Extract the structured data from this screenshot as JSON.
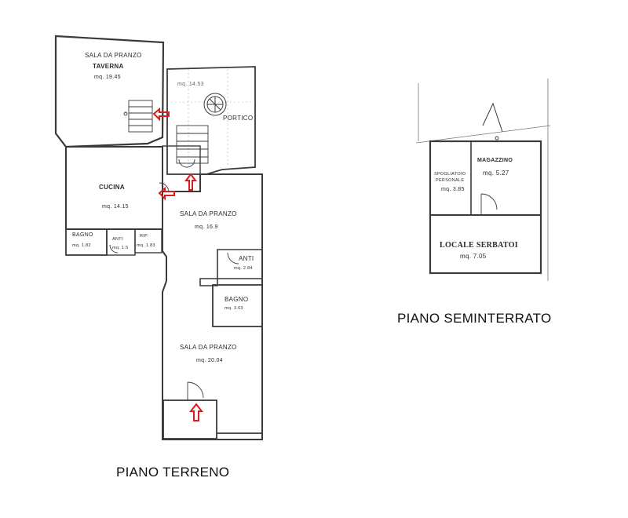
{
  "captions": {
    "ground_floor": "PIANO TERRENO",
    "basement": "PIANO SEMINTERRATO"
  },
  "ground_floor": {
    "taverna": {
      "name_1": "SALA DA PRANZO",
      "name_2": "TAVERNA",
      "area": "mq. 19.45"
    },
    "portico": {
      "name": "PORTICO",
      "area": "mq. 14.53"
    },
    "cucina": {
      "name": "CUCINA",
      "area": "mq. 14.15"
    },
    "bagno_small": {
      "name": "BAGNO",
      "area": "mq. 1.82"
    },
    "anti_small": {
      "name": "ANTI",
      "area": "mq. 1.5"
    },
    "rip": {
      "name": "RIP.",
      "area": "mq. 1.83"
    },
    "sala_pranzo_1": {
      "name": "SALA DA PRANZO",
      "area": "mq. 16.9"
    },
    "anti": {
      "name": "ANTI",
      "area": "mq. 2.84"
    },
    "bagno": {
      "name": "BAGNO",
      "area": "mq. 3.63"
    },
    "sala_pranzo_2": {
      "name": "SALA DA PRANZO",
      "area": "mq. 20.04"
    }
  },
  "basement": {
    "magazzino": {
      "name": "MAGAZZINO",
      "area": "mq. 5.27"
    },
    "spogliatoio": {
      "name_1": "SPOGLIATOIO",
      "name_2": "PERSONALE",
      "area": "mq. 3.85"
    },
    "locale_serbatoi": {
      "name": "LOCALE SERBATOI",
      "area": "mq. 7.05"
    }
  },
  "colors": {
    "walls": "#3a3a3a",
    "arrows": "#d61f1f"
  }
}
